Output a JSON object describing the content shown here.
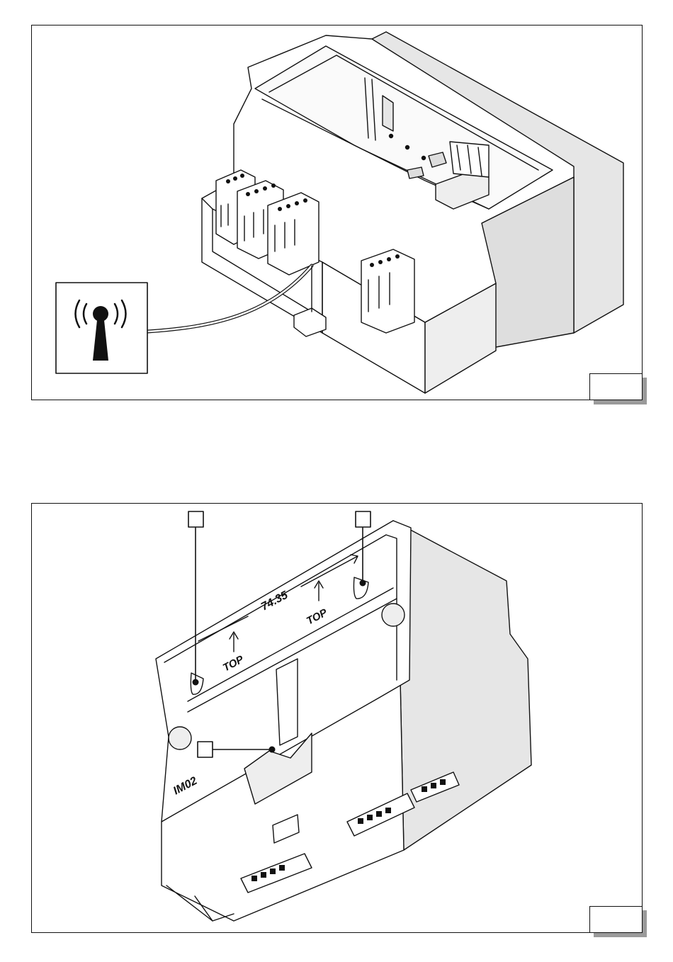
{
  "bottom_figure": {
    "dimension_label": "74.35",
    "top_label_left": "TOP",
    "top_label_right": "TOP",
    "model_label": "IM02"
  },
  "colors": {
    "line": "#111111",
    "housing_fill": "#ffffff",
    "shade": "#e6e6e6",
    "tag_shadow": "#9a9a9a"
  },
  "icons": [
    "wireless-antenna-icon"
  ]
}
